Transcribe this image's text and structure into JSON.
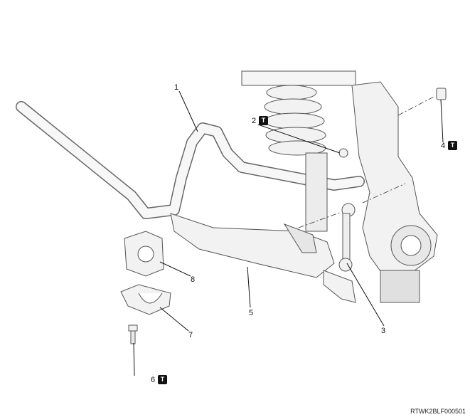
{
  "callouts": [
    {
      "number": "1"
    },
    {
      "number": "2",
      "has_torque": true
    },
    {
      "number": "3"
    },
    {
      "number": "4",
      "has_torque": true
    },
    {
      "number": "5"
    },
    {
      "number": "6",
      "has_torque": true
    },
    {
      "number": "7"
    },
    {
      "number": "8"
    }
  ],
  "torque_symbol": "T",
  "figure_code": "RTWK2BLF000501",
  "icons": {
    "torque": "torque-spec-icon"
  }
}
